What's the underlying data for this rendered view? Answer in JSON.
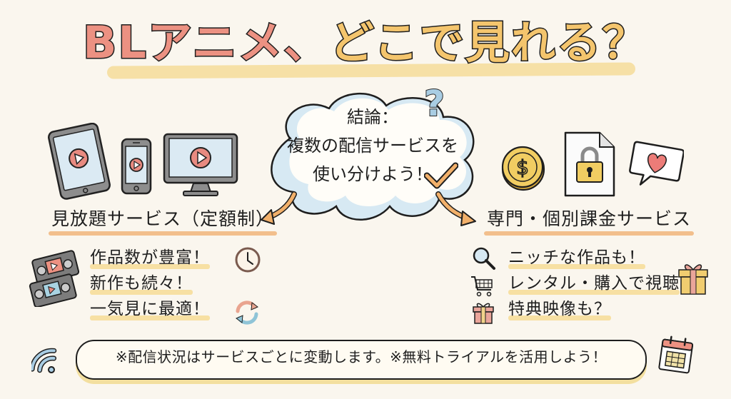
{
  "title": {
    "part_red": "BLアニメ、",
    "part_yellow": "どこで見れる？"
  },
  "conclusion": {
    "line1": "結論：",
    "line2": "複数の配信サービスを",
    "line3": "使い分けよう！",
    "question_mark": "?"
  },
  "left_section": {
    "heading": "見放題サービス（定額制）",
    "devices": [
      "tablet-icon",
      "smartphone-icon",
      "monitor-icon"
    ],
    "features": [
      "作品数が豊富！",
      "新作も続々！",
      "一気見に最適！"
    ],
    "side_icons": [
      "vhs-tapes-icon",
      "clock-icon",
      "refresh-icon"
    ]
  },
  "right_section": {
    "heading": "専門・個別課金サービス",
    "icons": [
      "coin-dollar-icon",
      "locked-document-icon",
      "heart-speech-bubble-icon"
    ],
    "features": [
      "ニッチな作品も！",
      "レンタル・購入で視聴",
      "特典映像も？"
    ],
    "feature_icons": [
      "magnifier-icon",
      "shopping-cart-icon",
      "gift-icon"
    ]
  },
  "note": {
    "text": "※配信状況はサービスごとに変動します。※無料トライアルを活用しよう！",
    "left_icon": "wifi-icon",
    "right_icon": "calendar-icon"
  },
  "colors": {
    "background": "#faf6ee",
    "title_red": "#ec9182",
    "title_yellow": "#f4c56d",
    "highlight_yellow": "#f6de9a",
    "underline_orange": "#f0b57a",
    "cloud_blue": "#d7e9f3",
    "play_red": "#e88a80",
    "arrow_orange": "#f2b06a"
  }
}
